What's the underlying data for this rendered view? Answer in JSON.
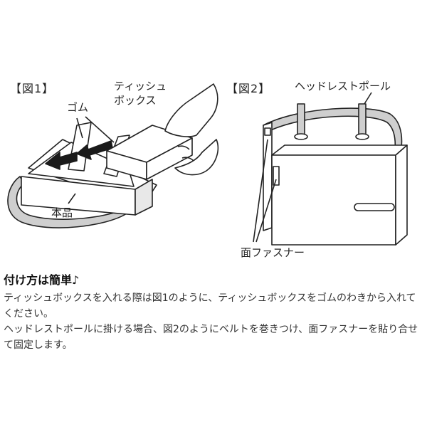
{
  "figure1": {
    "caption": "【図1】",
    "labels": {
      "tissue_box_line1": "ティッシュ",
      "tissue_box_line2": "ボックス",
      "rubber": "ゴム",
      "product": "本品"
    }
  },
  "figure2": {
    "caption": "【図2】",
    "labels": {
      "headrest_pole": "ヘッドレストポール",
      "hook_and_loop": "面ファスナー"
    }
  },
  "instructions": {
    "heading": "付け方は簡単♪",
    "paragraph1": "ティッシュボックスを入れる際は図1のように、ティッシュボックスをゴムのわきから入れてください。",
    "paragraph2": "ヘッドレストポールに掛ける場合、図2のようにベルトを巻きつけ、面ファスナーを貼り合せて固定します。"
  },
  "colors": {
    "line": "#222222",
    "fill": "#ffffff",
    "shade": "#cfcfcf",
    "arrow": "#1a1a1a"
  }
}
